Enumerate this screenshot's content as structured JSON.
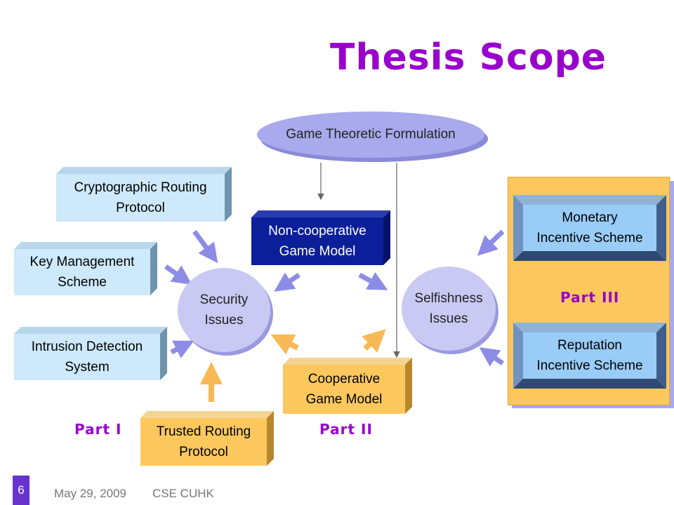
{
  "title": "Thesis Scope",
  "nodes": {
    "game_theoretic": "Game Theoretic Formulation",
    "crypto_line1": "Cryptographic Routing",
    "crypto_line2": "Protocol",
    "key_line1": "Key Management",
    "key_line2": "Scheme",
    "ids_line1": "Intrusion Detection",
    "ids_line2": "System",
    "noncoop_line1": "Non-cooperative",
    "noncoop_line2": "Game Model",
    "security_line1": "Security",
    "security_line2": "Issues",
    "selfish_line1": "Selfishness",
    "selfish_line2": "Issues",
    "coop_line1": "Cooperative",
    "coop_line2": "Game Model",
    "trusted_line1": "Trusted Routing",
    "trusted_line2": "Protocol",
    "monetary_line1": "Monetary",
    "monetary_line2": "Incentive Scheme",
    "reputation_line1": "Reputation",
    "reputation_line2": "Incentive Scheme"
  },
  "parts": {
    "part1": "Part I",
    "part2": "Part II",
    "part3": "Part III"
  },
  "footer": {
    "slide_number": "6",
    "date": "May 29, 2009",
    "org": "CSE CUHK"
  },
  "colors": {
    "accent": "#9900cc",
    "light_blue": "#cde9fb",
    "orange": "#fcc85e",
    "navy": "#0b1f9a",
    "arrow_blue": "#9090e8",
    "arrow_orange": "#f7b955"
  }
}
